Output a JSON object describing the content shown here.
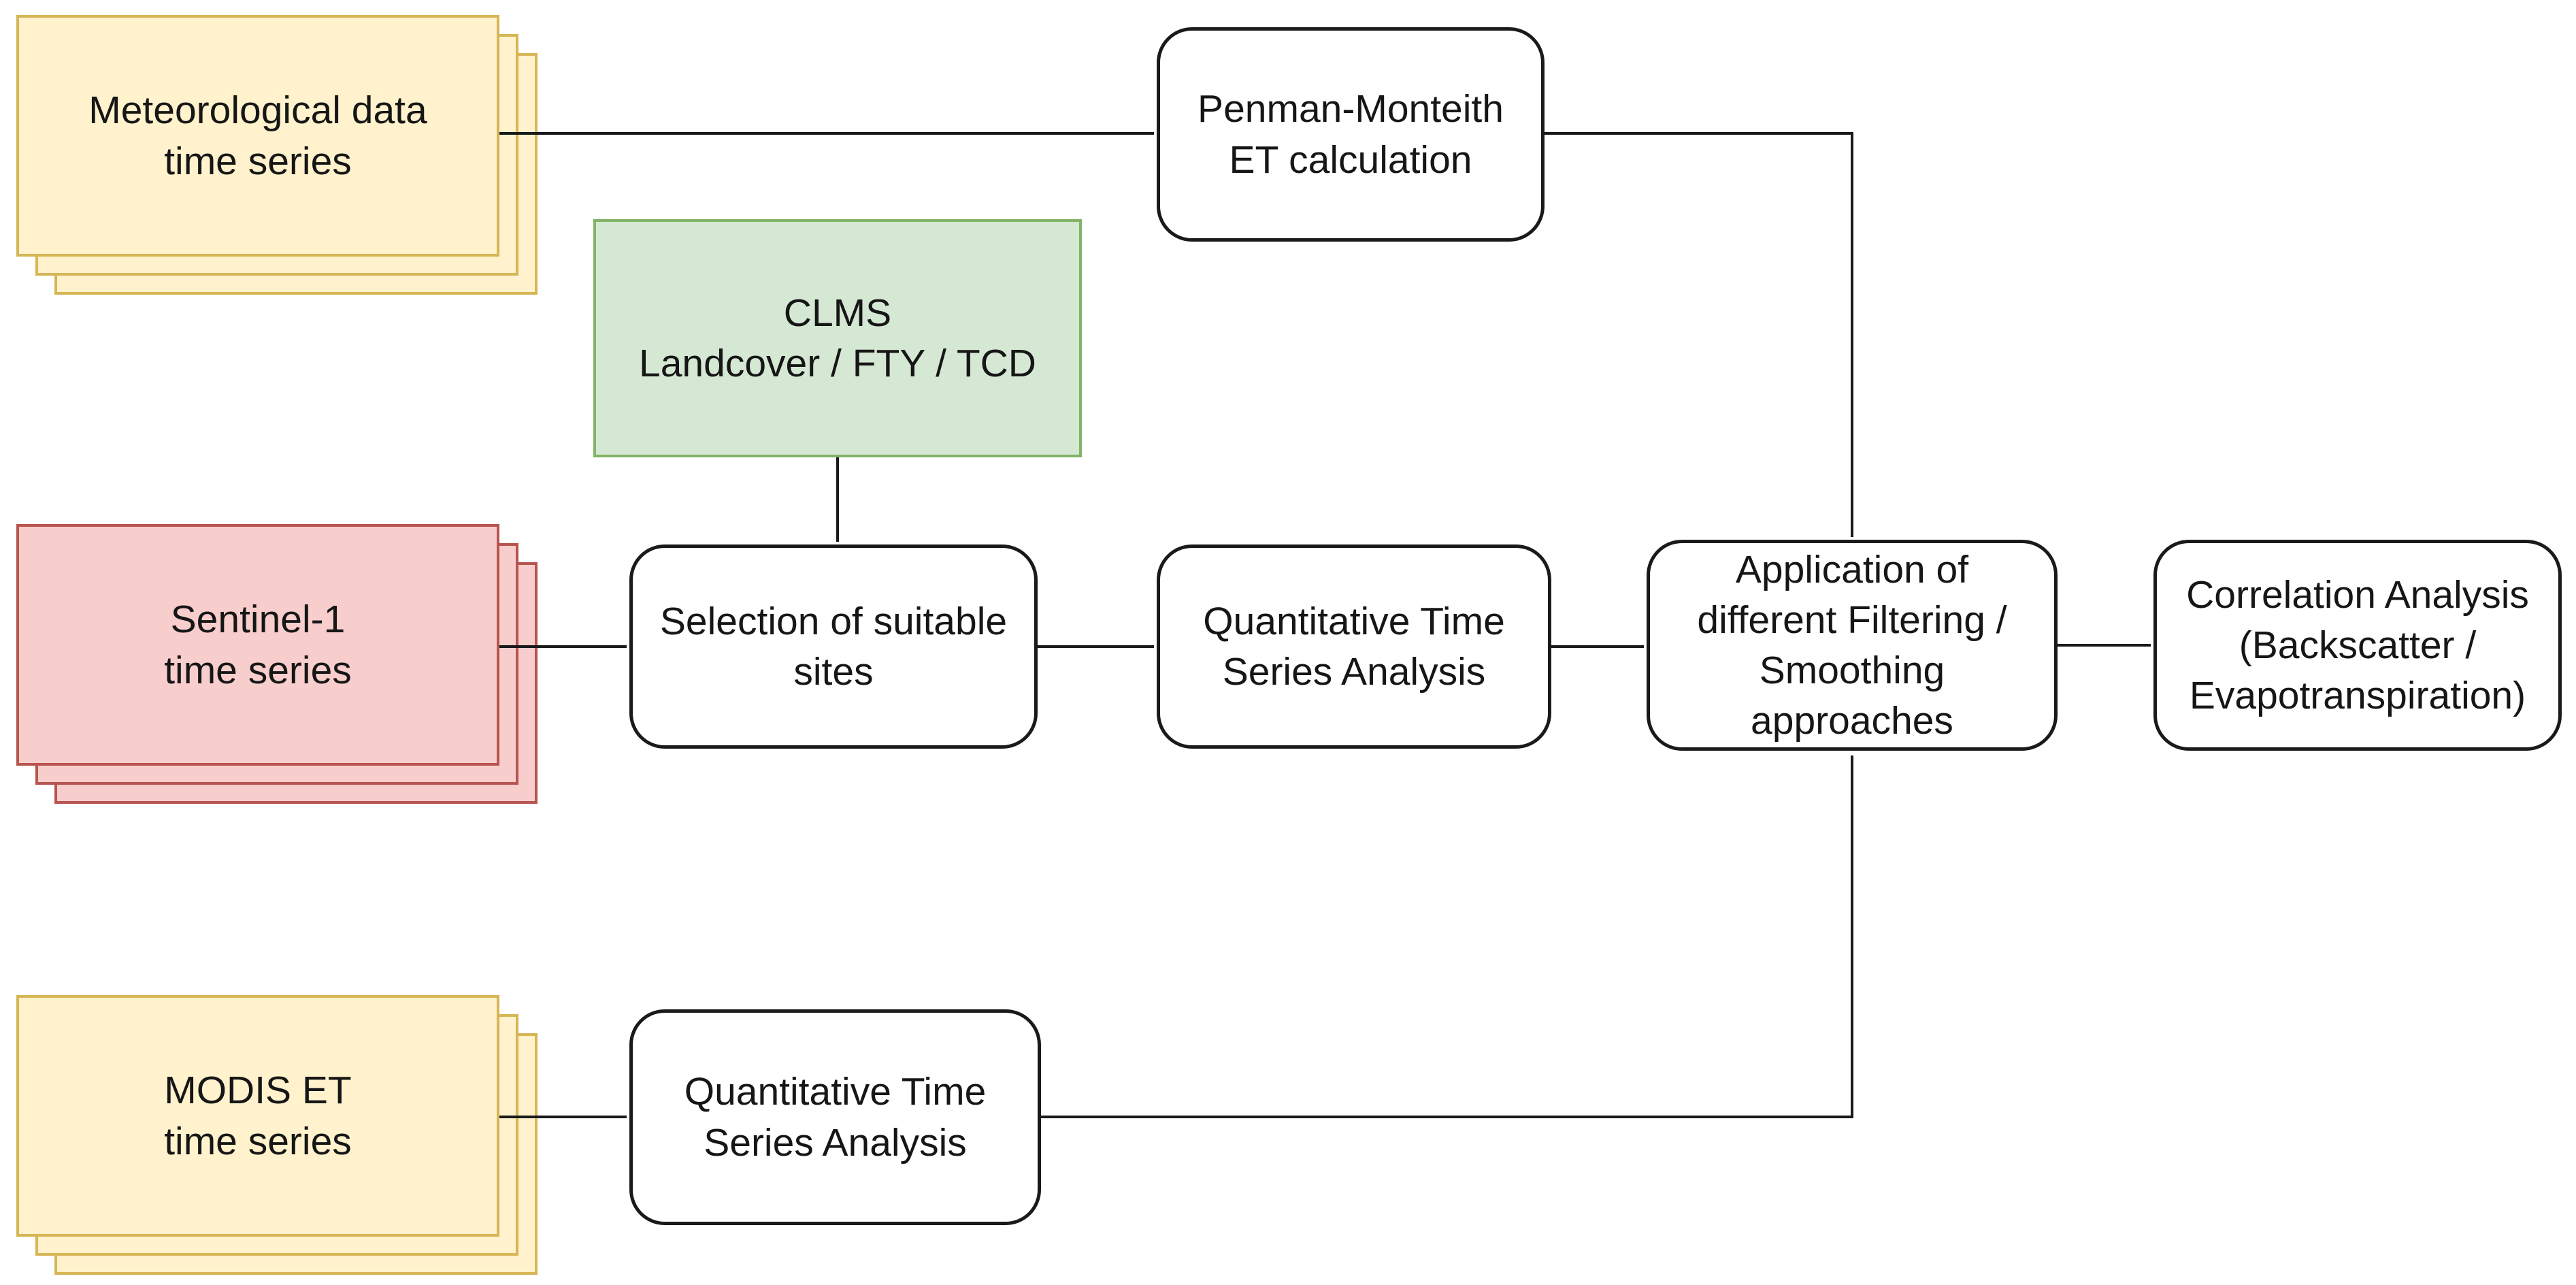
{
  "diagram_type": "flowchart",
  "colors": {
    "canvas": "#FFFFFF",
    "text": "#161616",
    "arrow": "#1A1A1A",
    "process_fill": "#FFFFFF",
    "process_border": "#1A1A1A",
    "yellow_fill": "#FFF2CC",
    "yellow_border": "#D6B656",
    "red_fill": "#F8CECC",
    "red_border": "#B85450",
    "green_fill": "#D5E8D4",
    "green_border": "#82B366"
  },
  "nodes": {
    "met": {
      "label": "Meteorological data\ntime series",
      "shape": "stacked-rect",
      "color": "yellow"
    },
    "penman": {
      "label": "Penman-Monteith\nET calculation",
      "shape": "rounded-rect",
      "color": "white"
    },
    "clms": {
      "label": "CLMS\nLandcover / FTY / TCD",
      "shape": "rect",
      "color": "green"
    },
    "sentinel": {
      "label": "Sentinel-1\ntime series",
      "shape": "stacked-rect",
      "color": "red"
    },
    "selection": {
      "label": "Selection of suitable\nsites",
      "shape": "rounded-rect",
      "color": "white"
    },
    "quant_mid": {
      "label": "Quantitative Time\nSeries Analysis",
      "shape": "rounded-rect",
      "color": "white"
    },
    "application": {
      "label": "Application of\ndifferent Filtering /\nSmoothing\napproaches",
      "shape": "rounded-rect",
      "color": "white"
    },
    "correlation": {
      "label": "Correlation Analysis\n(Backscatter /\nEvapotranspiration)",
      "shape": "rounded-rect",
      "color": "white"
    },
    "modis": {
      "label": "MODIS ET\ntime series",
      "shape": "stacked-rect",
      "color": "yellow"
    },
    "quant_bottom": {
      "label": "Quantitative Time\nSeries Analysis",
      "shape": "rounded-rect",
      "color": "white"
    }
  },
  "edges": [
    {
      "from": "met",
      "to": "penman"
    },
    {
      "from": "penman",
      "to": "application"
    },
    {
      "from": "clms",
      "to": "selection"
    },
    {
      "from": "sentinel",
      "to": "selection"
    },
    {
      "from": "selection",
      "to": "quant_mid"
    },
    {
      "from": "quant_mid",
      "to": "application"
    },
    {
      "from": "application",
      "to": "correlation"
    },
    {
      "from": "modis",
      "to": "quant_bottom"
    },
    {
      "from": "quant_bottom",
      "to": "application"
    }
  ]
}
